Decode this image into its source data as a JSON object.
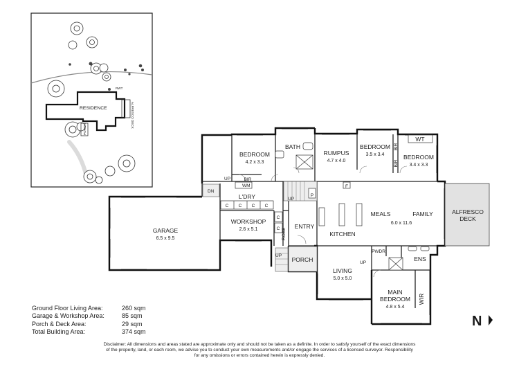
{
  "site_plan": {
    "residence_label": "RESIDENCE",
    "porch_label": "PORCH",
    "rwt_label": "RWT",
    "deck_label": "ALFRESCO DECK"
  },
  "rooms": {
    "bedroom1": {
      "name": "BEDROOM",
      "dims": "4.2 x 3.3"
    },
    "bath": {
      "name": "BATH"
    },
    "rumpus": {
      "name": "RUMPUS",
      "dims": "4.7 x 4.0"
    },
    "bedroom2": {
      "name": "BEDROOM",
      "dims": "3.5 x 3.4"
    },
    "bedroom3": {
      "name": "BEDROOM",
      "dims": "3.4 x 3.3"
    },
    "wt": "WT",
    "bir_a": "BIR",
    "bir_b": "BIR",
    "bir_c": "BIR",
    "wm": "WM",
    "dn": "DN",
    "up_a": "UP",
    "up_b": "UP",
    "up_c": "UP",
    "up_d": "UP",
    "laundry": "L'DRY",
    "cupboard": "C",
    "fridge": "F",
    "pantry": "P",
    "garage": {
      "name": "GARAGE",
      "dims": "6.5 x 9.5"
    },
    "workshop": {
      "name": "WORKSHOP",
      "dims": "2.6 x 5.1"
    },
    "entry": "ENTRY",
    "kitchen": "KITCHEN",
    "meals": "MEALS",
    "family": "FAMILY",
    "meals_family_dims": "6.0 x 11.6",
    "alfresco": {
      "line1": "ALFRESCO",
      "line2": "DECK"
    },
    "porch": "PORCH",
    "robe": "ROBE",
    "pwdr": "PWDR",
    "living": {
      "name": "LIVING",
      "dims": "5.0 x 5.0"
    },
    "ens": "ENS",
    "main_bedroom": {
      "line1": "MAIN",
      "line2": "BEDROOM",
      "dims": "4.8 x 5.4"
    },
    "wir": "WIR"
  },
  "north": "N",
  "areas": [
    {
      "label": "Ground Floor Living Area:",
      "value": "260 sqm"
    },
    {
      "label": "Garage & Workshop Area:",
      "value": "85 sqm"
    },
    {
      "label": "Porch & Deck Area:",
      "value": "29 sqm"
    },
    {
      "label": "Total Building Area:",
      "value": "374 sqm"
    }
  ],
  "disclaimer": [
    "Disclaimer: All dimensions and areas stated are approximate only and should not be taken as a definite. In order to satisfy yourself of the exact dimensions",
    "of the property, land, or each room, we advise you to conduct your own measurements and/or engage the services of a licensed surveyor. Responsibility",
    "for any omissions or errors contained herein is expressly denied."
  ]
}
